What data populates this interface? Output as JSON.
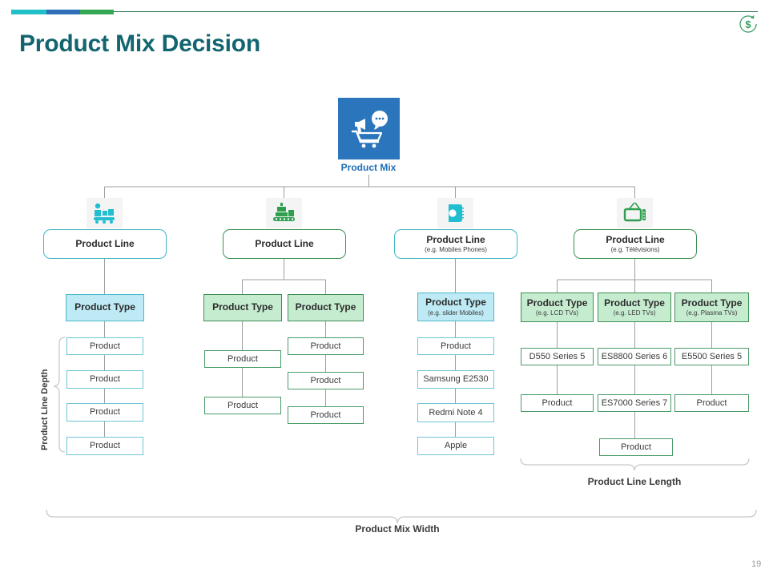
{
  "header": {
    "title": "Product Mix Decision",
    "page_number": "19",
    "accent_cyan": "#21c0c8",
    "accent_blue": "#2e6fb7",
    "accent_green": "#36a853",
    "title_color": "#126570",
    "badge_icon": "dollar-refresh-icon"
  },
  "root": {
    "label": "Product Mix",
    "icon": "cart-megaphone-icon",
    "tile_color": "#2a75bb",
    "label_color": "#1c6fb5"
  },
  "branches": [
    {
      "icon": "factory-worker-conveyor-icon",
      "accent": "#3fb8c4",
      "line_title": "Product Line",
      "line_subtitle": "",
      "types": [
        {
          "title": "Product Type",
          "subtitle": "",
          "accent": "cyan",
          "products": [
            "Product",
            "Product",
            "Product",
            "Product"
          ]
        }
      ]
    },
    {
      "icon": "packaging-conveyor-icon",
      "accent": "#3c8f52",
      "line_title": "Product Line",
      "line_subtitle": "",
      "types": [
        {
          "title": "Product Type",
          "subtitle": "",
          "accent": "green",
          "products": [
            "Product",
            "Product"
          ]
        },
        {
          "title": "Product Type",
          "subtitle": "",
          "accent": "green",
          "products": [
            "Product",
            "Product",
            "Product"
          ]
        }
      ]
    },
    {
      "icon": "mobile-phone-icon",
      "accent": "#3fb8c4",
      "line_title": "Product Line",
      "line_subtitle": "(e.g. Mobiles Phones)",
      "types": [
        {
          "title": "Product Type",
          "subtitle": "(e.g. slider Mobiles)",
          "accent": "cyan",
          "products": [
            "Product",
            "Samsung E2530",
            "Redmi Note 4",
            "Apple"
          ]
        }
      ]
    },
    {
      "icon": "television-icon",
      "accent": "#3c8f52",
      "line_title": "Product Line",
      "line_subtitle": "(e.g. Télévisions)",
      "types": [
        {
          "title": "Product Type",
          "subtitle": "(e.g. LCD TVs)",
          "accent": "green",
          "products": [
            "D550 Series 5",
            "Product"
          ]
        },
        {
          "title": "Product Type",
          "subtitle": "(e.g. LED TVs)",
          "accent": "green",
          "products": [
            "ES8800 Series 6",
            "ES7000 Series 7",
            "Product"
          ]
        },
        {
          "title": "Product Type",
          "subtitle": "(e.g. Plasma TVs)",
          "accent": "green",
          "products": [
            "E5500 Series 5",
            "Product"
          ]
        }
      ]
    }
  ],
  "annotations": {
    "depth": "Product Line Depth",
    "length": "Product Line Length",
    "width": "Product Mix Width"
  }
}
